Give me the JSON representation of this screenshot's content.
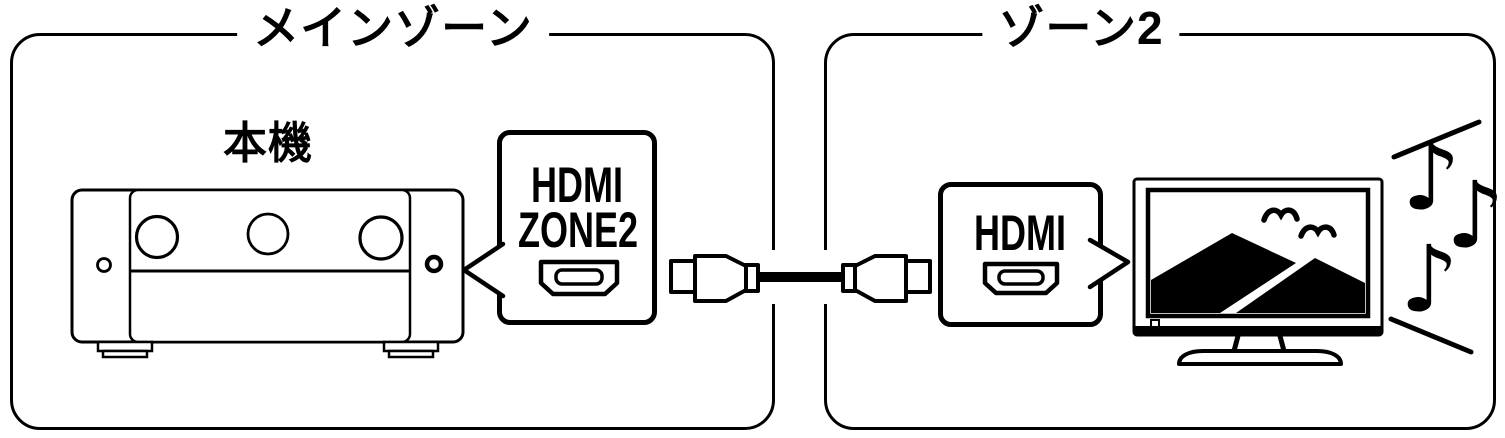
{
  "diagram": {
    "main_zone": {
      "title": "メインゾーン",
      "device_label": "本機",
      "hdmi_callout": {
        "line1": "HDMI",
        "line2": "ZONE2"
      }
    },
    "zone2": {
      "title": "ゾーン2",
      "hdmi_callout": {
        "line1": "HDMI"
      }
    },
    "icons": {
      "music_note": "♪"
    },
    "colors": {
      "line": "#000000",
      "background": "#ffffff"
    }
  }
}
